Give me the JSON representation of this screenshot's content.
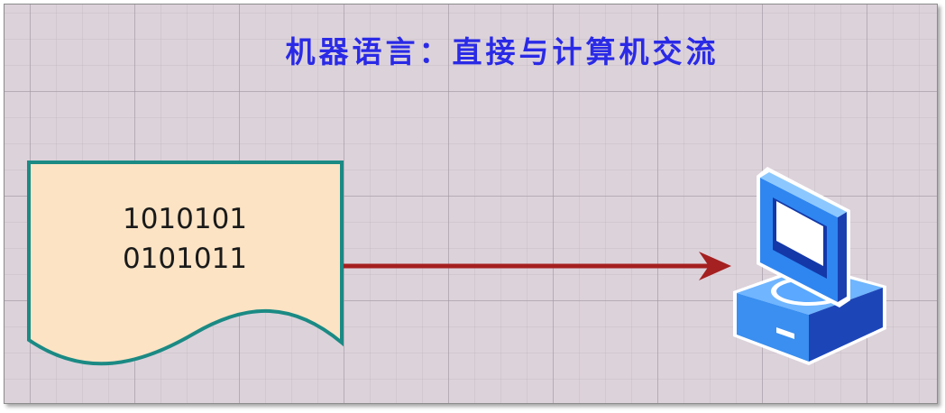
{
  "title": "机器语言：直接与计算机交流",
  "document": {
    "lines": [
      "1010101",
      "0101011"
    ]
  },
  "colors": {
    "title": "#2a2ae6",
    "document_fill": "#fbe3c4",
    "document_border": "#1b8a84",
    "arrow": "#a52020",
    "background": "#dcd2da"
  },
  "icons": [
    "computer-icon"
  ]
}
